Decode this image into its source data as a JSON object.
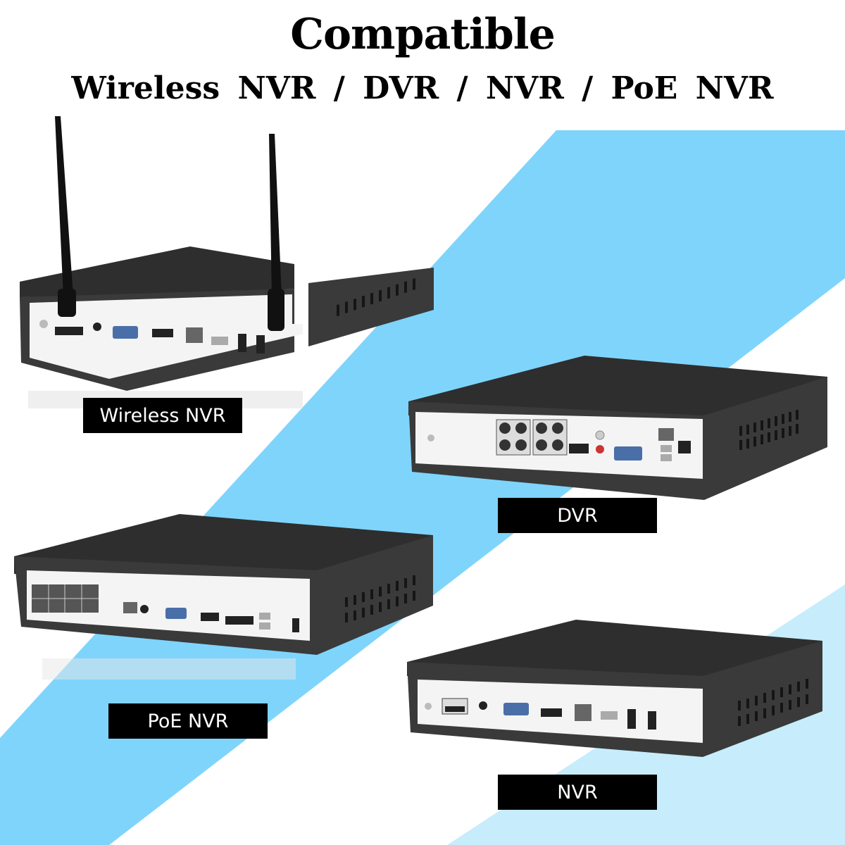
{
  "header": {
    "title": "Compatible",
    "subtitle": "Wireless  NVR  /  DVR  /  NVR  /  PoE  NVR"
  },
  "colors": {
    "band_blue": "#7fd4fb",
    "band_light_blue": "#c7edfc",
    "device_body": "#3a3a3a",
    "device_top": "#2e2e2e",
    "panel": "#f4f4f4",
    "label_bg": "#000000",
    "label_text": "#ffffff"
  },
  "devices": [
    {
      "id": "wireless-nvr",
      "label": "Wireless NVR",
      "icon": "nvr-with-antennas"
    },
    {
      "id": "dvr",
      "label": "DVR",
      "icon": "dvr-recorder"
    },
    {
      "id": "poe-nvr",
      "label": "PoE NVR",
      "icon": "poe-nvr-recorder"
    },
    {
      "id": "nvr",
      "label": "NVR",
      "icon": "nvr-recorder"
    }
  ]
}
